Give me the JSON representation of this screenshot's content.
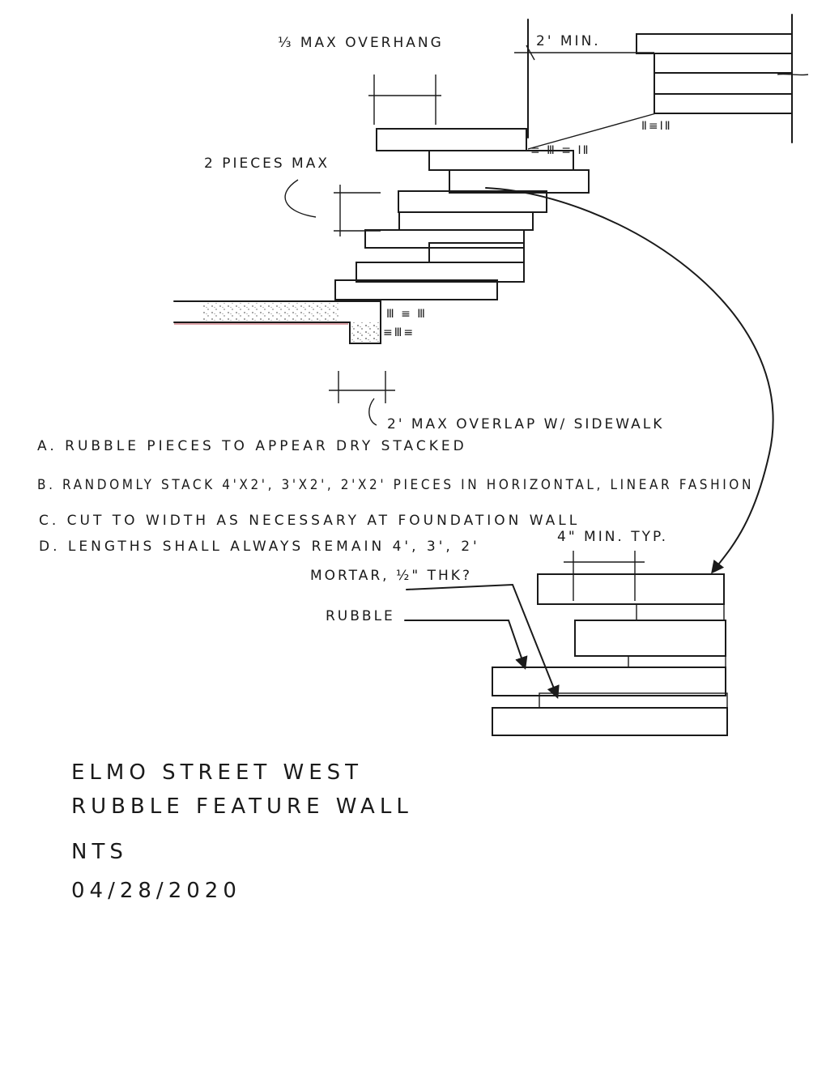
{
  "labels": {
    "overhang": "⅓ MAX OVERHANG",
    "min_two": "2' MIN.",
    "pieces_max": "2 PIECES MAX",
    "overlap": "2' MAX OVERLAP W/ SIDEWALK",
    "four_min": "4\" MIN. TYP.",
    "mortar": "MORTAR, ½\" THK?",
    "rubble": "RUBBLE"
  },
  "notes": [
    "A. RUBBLE PIECES TO APPEAR DRY STACKED",
    "B. RANDOMLY STACK 4'X2', 3'X2', 2'X2' PIECES IN HORIZONTAL, LINEAR FASHION",
    "C. CUT TO WIDTH AS NECESSARY AT FOUNDATION WALL",
    "D. LENGTHS SHALL ALWAYS REMAIN 4', 3', 2'"
  ],
  "title_block": {
    "line1": "ELMO STREET WEST",
    "line2": "RUBBLE FEATURE WALL",
    "line3": "NTS",
    "line4": "04/28/2020"
  },
  "colors": {
    "ink": "#1a1a1a",
    "red_pencil": "#b8404a"
  }
}
